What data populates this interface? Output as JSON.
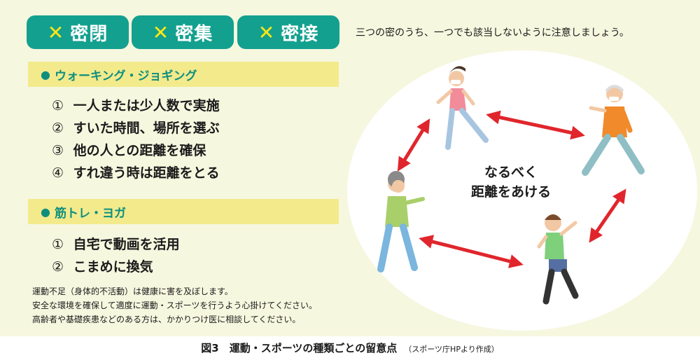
{
  "badges": [
    {
      "mark": "✕",
      "label": "密閉"
    },
    {
      "mark": "✕",
      "label": "密集"
    },
    {
      "mark": "✕",
      "label": "密接"
    }
  ],
  "intro_note": "三つの密のうち、一つでも該当しないように注意しましょう。",
  "walking": {
    "bullet": "●",
    "title": "ウォーキング・ジョギング",
    "items": [
      {
        "num": "①",
        "text": "一人または少人数で実施"
      },
      {
        "num": "②",
        "text": "すいた時間、場所を選ぶ"
      },
      {
        "num": "③",
        "text": "他の人との距離を確保"
      },
      {
        "num": "④",
        "text": "すれ違う時は距離をとる"
      }
    ]
  },
  "training": {
    "bullet": "●",
    "title": "筋トレ・ヨガ",
    "items": [
      {
        "num": "①",
        "text": "自宅で動画を活用"
      },
      {
        "num": "②",
        "text": "こまめに換気"
      }
    ]
  },
  "notes": [
    "運動不足（身体的不活動）は健康に害を及ぼします。",
    "安全な環境を確保して適度に運動・スポーツを行うよう心掛けてください。",
    "高齢者や基礎疾患などのある方は、かかりつけ医に相談してください。"
  ],
  "illustration": {
    "message_line1": "なるべく",
    "message_line2": "距離をあける"
  },
  "caption": {
    "main": "図3　運動・スポーツの種類ごとの留意点",
    "source": "（スポーツ庁HPより作成）"
  },
  "colors": {
    "badge_green": "#13a08f",
    "badge_mark_yellow": "#ffe617",
    "category_bar": "#f3ea8c",
    "panel_bg": "#f6f7df",
    "arrow_red": "#e0262c"
  }
}
